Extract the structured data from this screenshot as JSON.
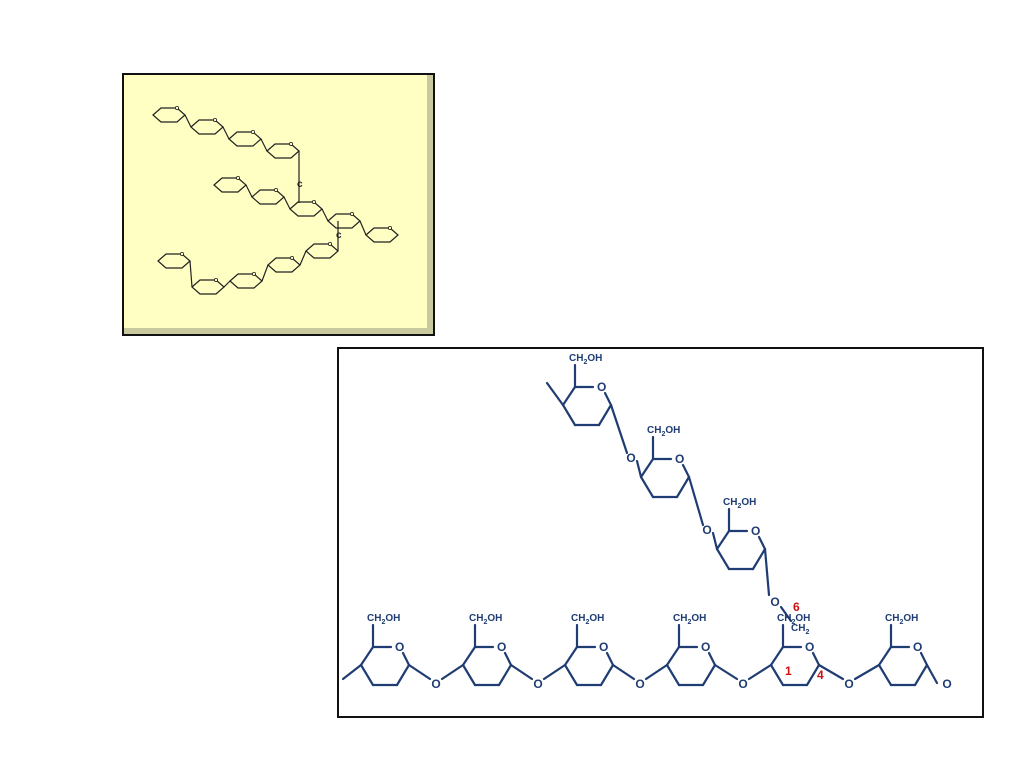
{
  "top_panel": {
    "bond_label": "c",
    "colors": {
      "background": "#ffffc4",
      "line": "#222222"
    }
  },
  "bottom_panel": {
    "ch2oh": "CH",
    "ch2oh_sub": "2",
    "ch2oh_tail": "OH",
    "oxygen": "O",
    "ch2": "CH",
    "ch2_sub": "2",
    "pos_1": "1",
    "pos_4": "4",
    "pos_6": "6",
    "colors": {
      "structure": "#1f3d73",
      "numbers": "#cc1111"
    }
  }
}
